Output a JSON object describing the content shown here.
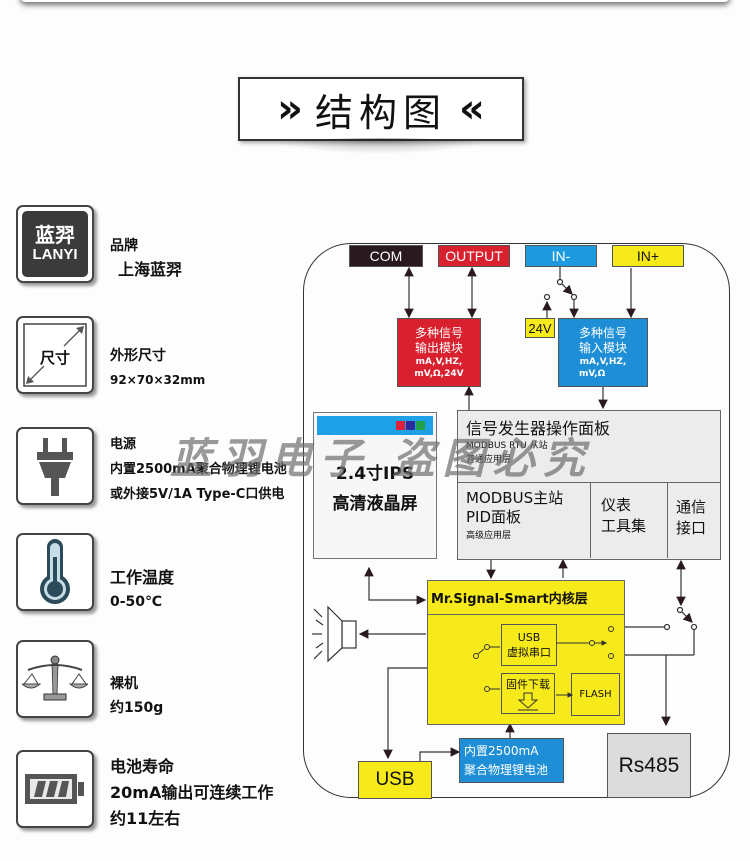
{
  "header": {
    "title": "结构图",
    "left_decor": "»",
    "right_decor": "«"
  },
  "features": [
    {
      "icon": "brand-logo-icon",
      "logo_cn": "蓝羿",
      "logo_en": "LANYI",
      "title": "品牌",
      "lines": [
        "上海蓝羿"
      ]
    },
    {
      "icon": "dimension-icon",
      "icon_text": "尺寸",
      "title": "外形尺寸",
      "lines": [
        "92×70×32mm"
      ]
    },
    {
      "icon": "plug-icon",
      "title": "电源",
      "lines": [
        "内置2500mA聚合物理锂电池",
        "或外接5V/1A Type-C口供电"
      ]
    },
    {
      "icon": "thermometer-icon",
      "title": "工作温度",
      "lines": [
        "0-50℃"
      ]
    },
    {
      "icon": "scale-icon",
      "title": "裸机",
      "lines": [
        "约150g"
      ]
    },
    {
      "icon": "battery-icon",
      "title": "电池寿命",
      "lines": [
        "20mA输出可连续工作",
        "约11左右"
      ]
    }
  ],
  "diagram": {
    "terminals": [
      {
        "label": "COM",
        "color": "#2a1a1f",
        "text_color": "#ffffff"
      },
      {
        "label": "OUTPUT",
        "color": "#d9202e",
        "text_color": "#ffffff"
      },
      {
        "label": "IN-",
        "color": "#1e9be0",
        "text_color": "#ffffff"
      },
      {
        "label": "IN+",
        "color": "#f6ea1a",
        "text_color": "#111111"
      }
    ],
    "output_module": {
      "line1": "多种信号",
      "line2": "输出模块",
      "line3": "mA,V,HZ,",
      "line4": "mV,Ω,24V",
      "color": "#d9202e"
    },
    "input_module": {
      "line1": "多种信号",
      "line2": "输入模块",
      "line3": "mA,V,HZ,",
      "line4": "mV,Ω",
      "color": "#1e8fd6"
    },
    "v24_label": "24V",
    "lcd": {
      "line1": "2.4寸IPS",
      "line2": "高清液晶屏",
      "bar_color": "#1ea0e6",
      "dots": [
        "#e0203a",
        "#2a2a9a",
        "#23a04a"
      ]
    },
    "panel_top": {
      "title": "信号发生器操作面板",
      "sub1": "MODBUS RTU 从站",
      "sub2": "普通应用层"
    },
    "panel_master": {
      "line1": "MODBUS主站",
      "line2": "PID面板",
      "sub": "高级应用层"
    },
    "panel_tools": {
      "line1": "仪表",
      "line2": "工具集"
    },
    "panel_comm": {
      "line1": "通信",
      "line2": "接口"
    },
    "core": {
      "title": "Mr.Signal-Smart内核层",
      "usb_vcom_1": "USB",
      "usb_vcom_2": "虚拟串口",
      "firmware": "固件下载",
      "flash": "FLASH",
      "color": "#f6ea1a"
    },
    "battery": {
      "line1": "内置2500mA",
      "line2": "聚合物理锂电池",
      "color": "#1e8fd6"
    },
    "usb_port": "USB",
    "rs485": "Rs485"
  },
  "watermark": "蓝羽电子 盗图必究"
}
